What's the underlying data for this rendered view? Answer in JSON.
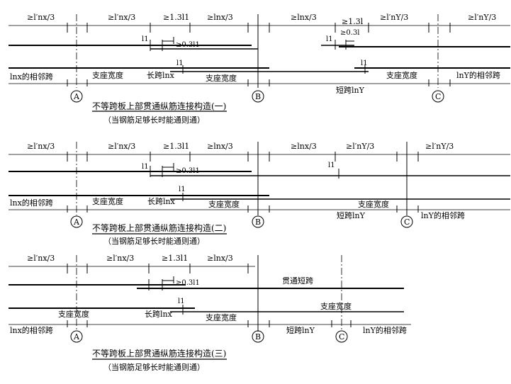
{
  "diagram_1": {
    "dims_top": [
      "≥l′nx/3",
      "≥l′nx/3",
      "≥1.3l1",
      "≥lnx/3",
      "≥lnx/3",
      "≥1.3l",
      "≥l′nY/3",
      "≥l′nY/3"
    ],
    "l1_a": "l1",
    "dim_03_a": "≥0.3l1",
    "l1_b": "l1",
    "dim_03_b": "≥0.3l",
    "l1_c": "l1",
    "left_span": "lnx的相邻跨",
    "support_1": "支座宽度",
    "long_span": "长跨lnx",
    "support_2": "支座宽度",
    "short_span": "短跨lnY",
    "support_3": "支座宽度",
    "right_span": "lnY的相邻跨",
    "axis_a": "A",
    "axis_b": "B",
    "axis_c": "C",
    "caption": "不等跨板上部贯通纵筋连接构造(一)",
    "subcaption": "（当钢筋足够长时能通则通）"
  },
  "diagram_2": {
    "dims_top": [
      "≥l′nx/3",
      "≥l′nx/3",
      "≥1.3l1",
      "≥lnx/3",
      "≥lnx/3",
      "≥l′nY/3",
      "≥l′nY/3"
    ],
    "l1_a": "l1",
    "dim_03_a": "≥0.3l1",
    "l1_b": "l1",
    "l1_c": "l1",
    "left_span": "lnx的相邻跨",
    "support_1": "支座宽度",
    "long_span": "长跨lnx",
    "support_2": "支座宽度",
    "short_span": "短跨lnY",
    "support_3": "支座宽度",
    "right_span": "lnY的相邻跨",
    "axis_a": "A",
    "axis_b": "B",
    "axis_c": "C",
    "caption": "不等跨板上部贯通纵筋连接构造(二)",
    "subcaption": "（当钢筋足够长时能通则通）"
  },
  "diagram_3": {
    "dims_top": [
      "≥l′nx/3",
      "≥l′nx/3",
      "≥1.3l1",
      "≥lnx/3"
    ],
    "dim_03": "≥0.3l1",
    "through_short": "贯通短跨",
    "l1_a": "l1",
    "support_1": "支座宽度",
    "long_span": "长跨lnx",
    "support_2": "支座宽度",
    "support_3": "支座宽度",
    "left_span": "lnx的相邻跨",
    "short_span": "短跨lnY",
    "right_span": "lnY的相邻跨",
    "axis_a": "A",
    "axis_b": "B",
    "axis_c": "C",
    "caption": "不等跨板上部贯通纵筋连接构造(三)",
    "subcaption": "（当钢筋足够长时能通则通）"
  }
}
